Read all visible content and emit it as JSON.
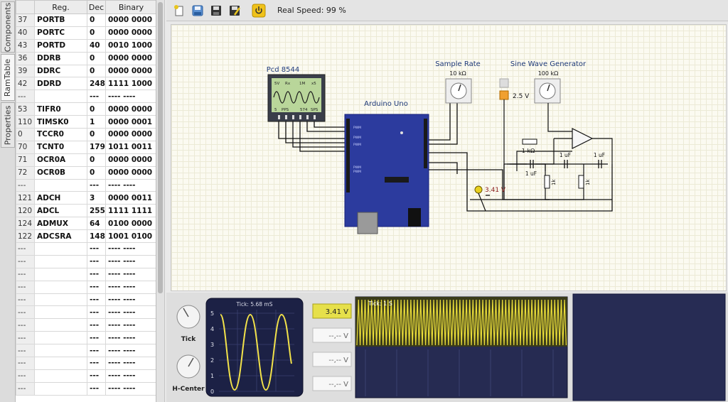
{
  "side_tabs": [
    "Components",
    "RamTable",
    "Properties"
  ],
  "ramtable": {
    "headers": [
      "",
      "Reg.",
      "Dec",
      "Binary"
    ],
    "rows": [
      [
        "37",
        "PORTB",
        "0",
        "0000 0000"
      ],
      [
        "40",
        "PORTC",
        "0",
        "0000 0000"
      ],
      [
        "43",
        "PORTD",
        "40",
        "0010 1000"
      ],
      [
        "36",
        "DDRB",
        "0",
        "0000 0000"
      ],
      [
        "39",
        "DDRC",
        "0",
        "0000 0000"
      ],
      [
        "42",
        "DDRD",
        "248",
        "1111 1000"
      ],
      [
        "---",
        "",
        "---",
        "---- ----"
      ],
      [
        "53",
        "TIFR0",
        "0",
        "0000 0000"
      ],
      [
        "110",
        "TIMSK0",
        "1",
        "0000 0001"
      ],
      [
        "0",
        "TCCR0",
        "0",
        "0000 0000"
      ],
      [
        "70",
        "TCNT0",
        "179",
        "1011 0011"
      ],
      [
        "71",
        "OCR0A",
        "0",
        "0000 0000"
      ],
      [
        "72",
        "OCR0B",
        "0",
        "0000 0000"
      ],
      [
        "---",
        "",
        "---",
        "---- ----"
      ],
      [
        "121",
        "ADCH",
        "3",
        "0000 0011"
      ],
      [
        "120",
        "ADCL",
        "255",
        "1111 1111"
      ],
      [
        "124",
        "ADMUX",
        "64",
        "0100 0000"
      ],
      [
        "122",
        "ADCSRA",
        "148",
        "1001 0100"
      ],
      [
        "---",
        "",
        "---",
        "---- ----"
      ],
      [
        "---",
        "",
        "---",
        "---- ----"
      ],
      [
        "---",
        "",
        "---",
        "---- ----"
      ],
      [
        "---",
        "",
        "---",
        "---- ----"
      ],
      [
        "---",
        "",
        "---",
        "---- ----"
      ],
      [
        "---",
        "",
        "---",
        "---- ----"
      ],
      [
        "---",
        "",
        "---",
        "---- ----"
      ],
      [
        "---",
        "",
        "---",
        "---- ----"
      ],
      [
        "---",
        "",
        "---",
        "---- ----"
      ],
      [
        "---",
        "",
        "---",
        "---- ----"
      ],
      [
        "---",
        "",
        "---",
        "---- ----"
      ],
      [
        "---",
        "",
        "---",
        "---- ----"
      ]
    ]
  },
  "toolbar": {
    "real_speed": "Real Speed: 99 %"
  },
  "circuit": {
    "lcd_title": "Pcd 8544",
    "lcd_readout_top": [
      "5V",
      "Rx",
      "1M",
      "x5"
    ],
    "lcd_readout_bottom": [
      "5",
      "PPS",
      "574",
      "SPS"
    ],
    "arduino_label": "Arduino Uno",
    "sample_rate_title": "Sample Rate",
    "sample_rate_value": "10 kΩ",
    "sine_title": "Sine Wave Generator",
    "sine_value": "100 kΩ",
    "voltage_source": "2.5 V",
    "probe_value": "3.41 V",
    "r1_label": "1 kΩ",
    "c_labels": [
      "1 uF",
      "1 uF",
      "1 uF"
    ],
    "r_vertical_labels": [
      "1k",
      "1k"
    ]
  },
  "oscilloscope": {
    "knob1_label": "Tick",
    "knob2_label": "H-Center",
    "tick_label": "Tick: 5.68 mS",
    "y_ticks": [
      "5",
      "4",
      "3",
      "2",
      "1",
      "0"
    ],
    "probe_readings": [
      "3.41 V",
      "--,-- V",
      "--,-- V",
      "--,-- V"
    ],
    "logic_tick_label": "Tick: 1 S",
    "colors": {
      "trace": "#f2e24a",
      "screen": "#1b2040",
      "panel_bg": "#272c54"
    }
  }
}
